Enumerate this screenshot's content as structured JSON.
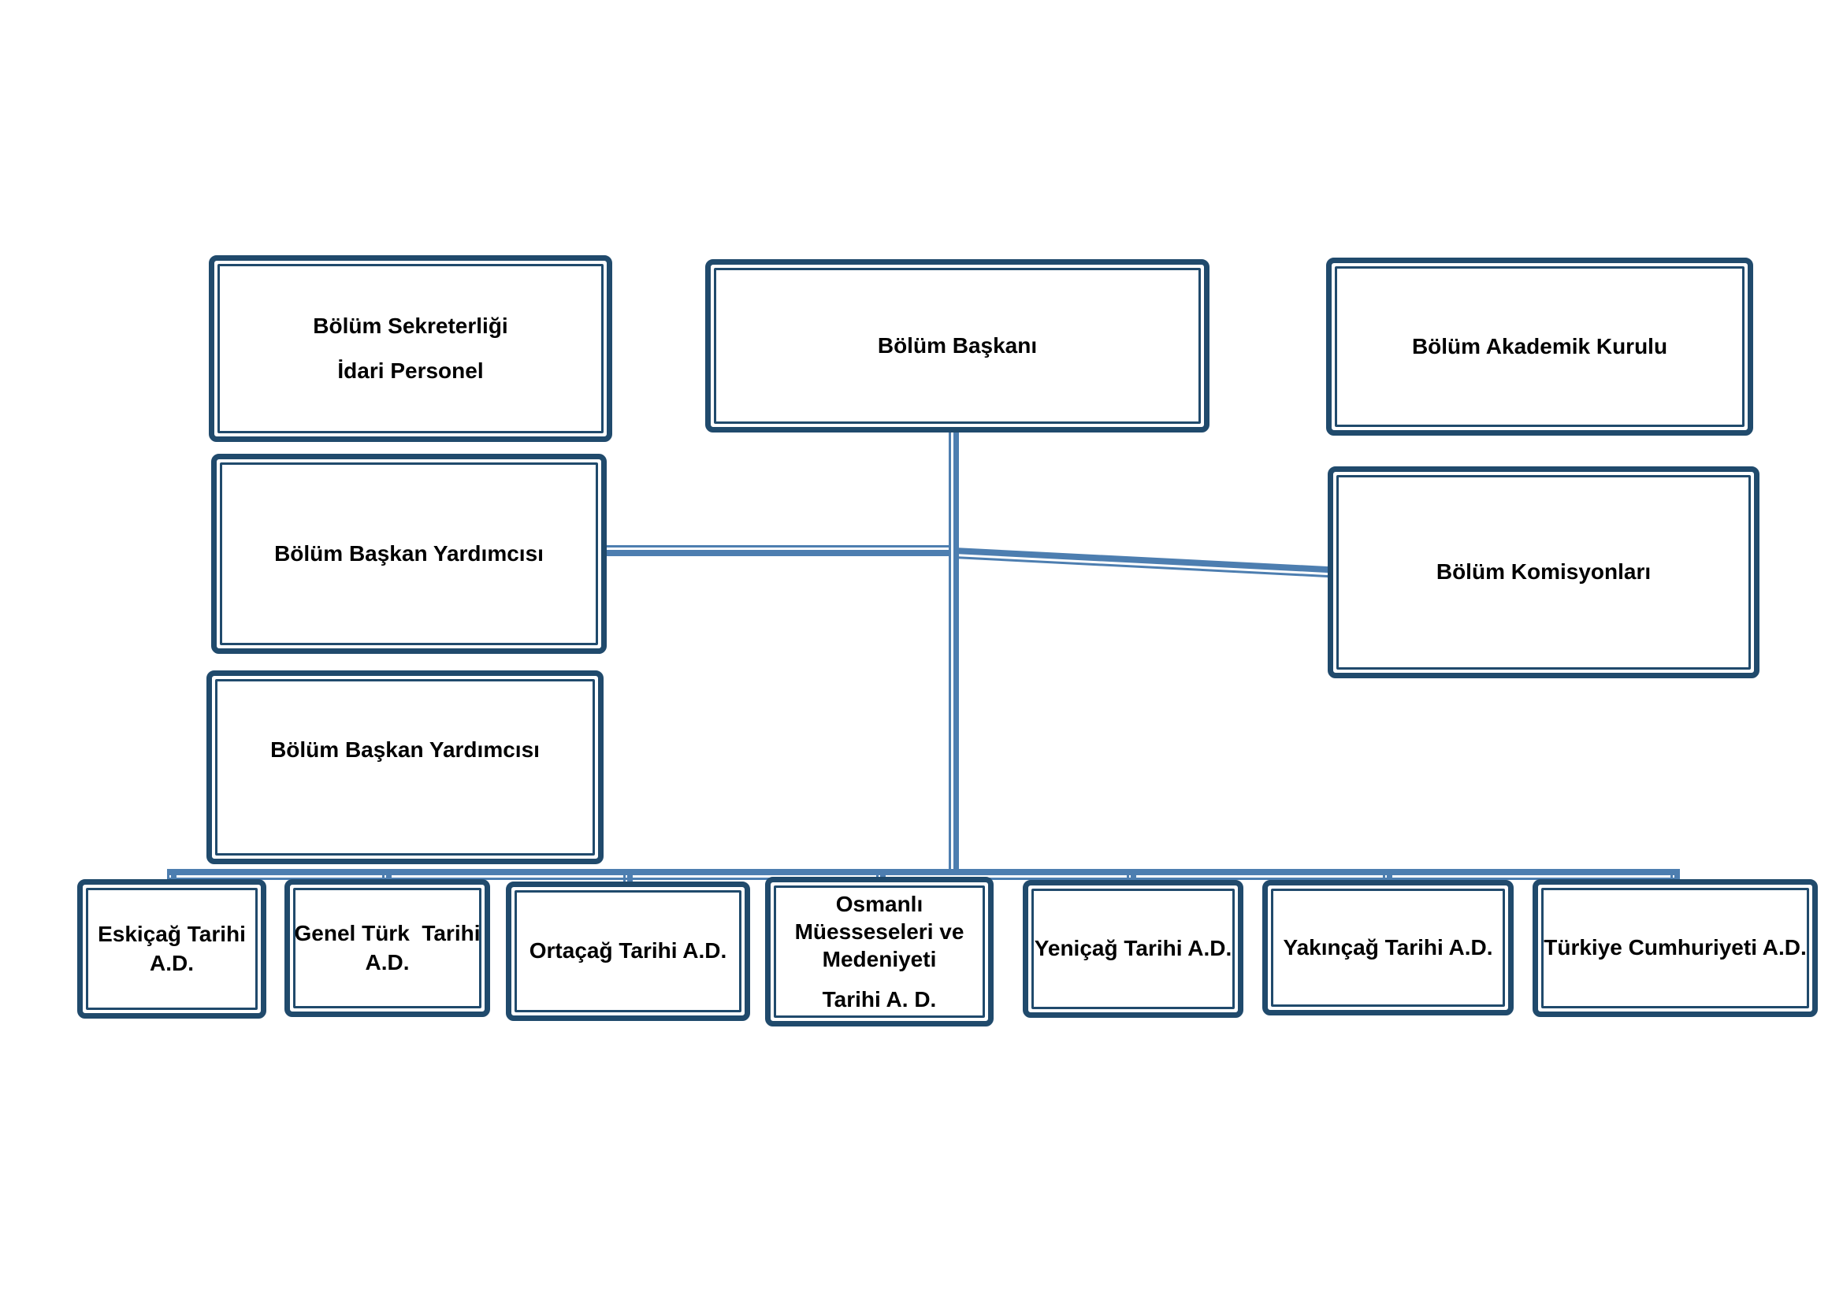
{
  "page": {
    "background": "#ffffff"
  },
  "theme": {
    "box_border_color": "#204a6c",
    "connector_color": "#4d7eb0",
    "text_color": "#000000",
    "background": "#ffffff"
  },
  "org": {
    "secretariat": {
      "line1": "Bölüm Sekreterliği",
      "line2": "İdari Personel"
    },
    "head": {
      "label": "Bölüm Başkanı"
    },
    "academic_board": {
      "label": "Bölüm Akademik Kurulu"
    },
    "deputy_head_top": {
      "label": "Bölüm Başkan Yardımcısı"
    },
    "commissions": {
      "label": "Bölüm Komisyonları"
    },
    "deputy_head_bottom": {
      "label": "Bölüm Başkan Yardımcısı"
    },
    "departments": [
      {
        "line1": "Eskiçağ Tarihi",
        "line2": "A.D."
      },
      {
        "line1": "Genel Türk  Tarihi",
        "line2": "A.D."
      },
      {
        "label": "Ortaçağ Tarihi A.D."
      },
      {
        "line1": "Osmanlı",
        "line2": "Müesseseleri ve",
        "line3": "Medeniyeti",
        "line4": "Tarihi A. D."
      },
      {
        "label": "Yeniçağ Tarihi A.D."
      },
      {
        "label": "Yakınçağ Tarihi A.D."
      },
      {
        "label": "Türkiye Cumhuriyeti A.D."
      }
    ]
  }
}
